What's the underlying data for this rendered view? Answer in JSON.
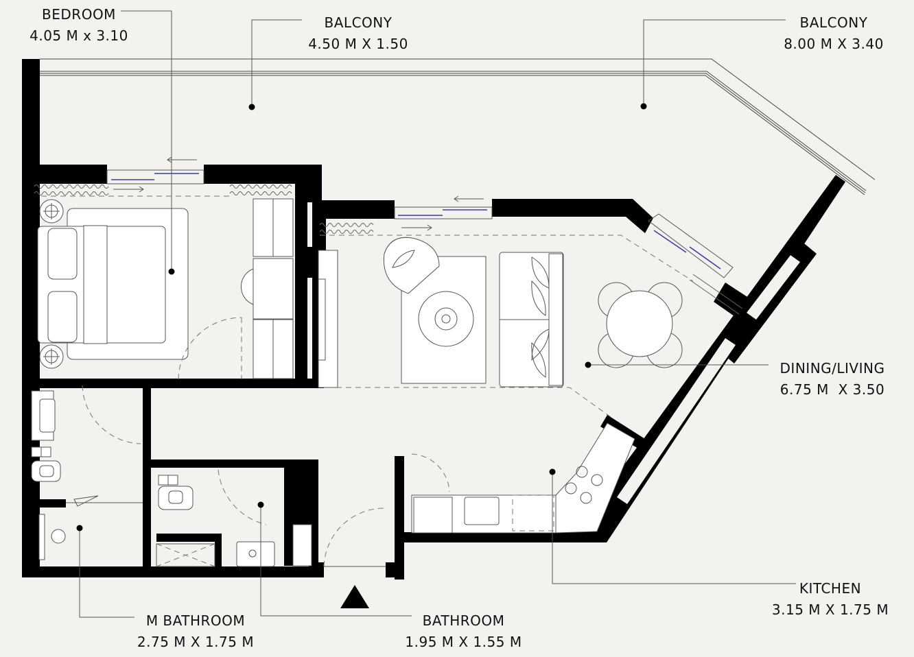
{
  "plan": {
    "background_color": "#f3f2ef",
    "wall_color": "#000000",
    "glazing_color": "#3b3bb0",
    "entrance_marker_icon": "entrance-triangle-icon"
  },
  "rooms": {
    "bedroom": {
      "name": "BEDROOM",
      "size": "4.05 M x 3.10"
    },
    "balcony_small": {
      "name": "BALCONY",
      "size": "4.50 M X 1.50"
    },
    "balcony_large": {
      "name": "BALCONY",
      "size": "8.00 M X 3.40"
    },
    "dining_living": {
      "name": "DINING/LIVING",
      "size": "6.75 M  X 3.50"
    },
    "kitchen": {
      "name": "KITCHEN",
      "size": "3.15 M X 1.75 M"
    },
    "master_bathroom": {
      "name": "M BATHROOM",
      "size": "2.75 M X 1.75 M"
    },
    "bathroom": {
      "name": "BATHROOM",
      "size": "1.95 M X 1.55 M"
    }
  }
}
